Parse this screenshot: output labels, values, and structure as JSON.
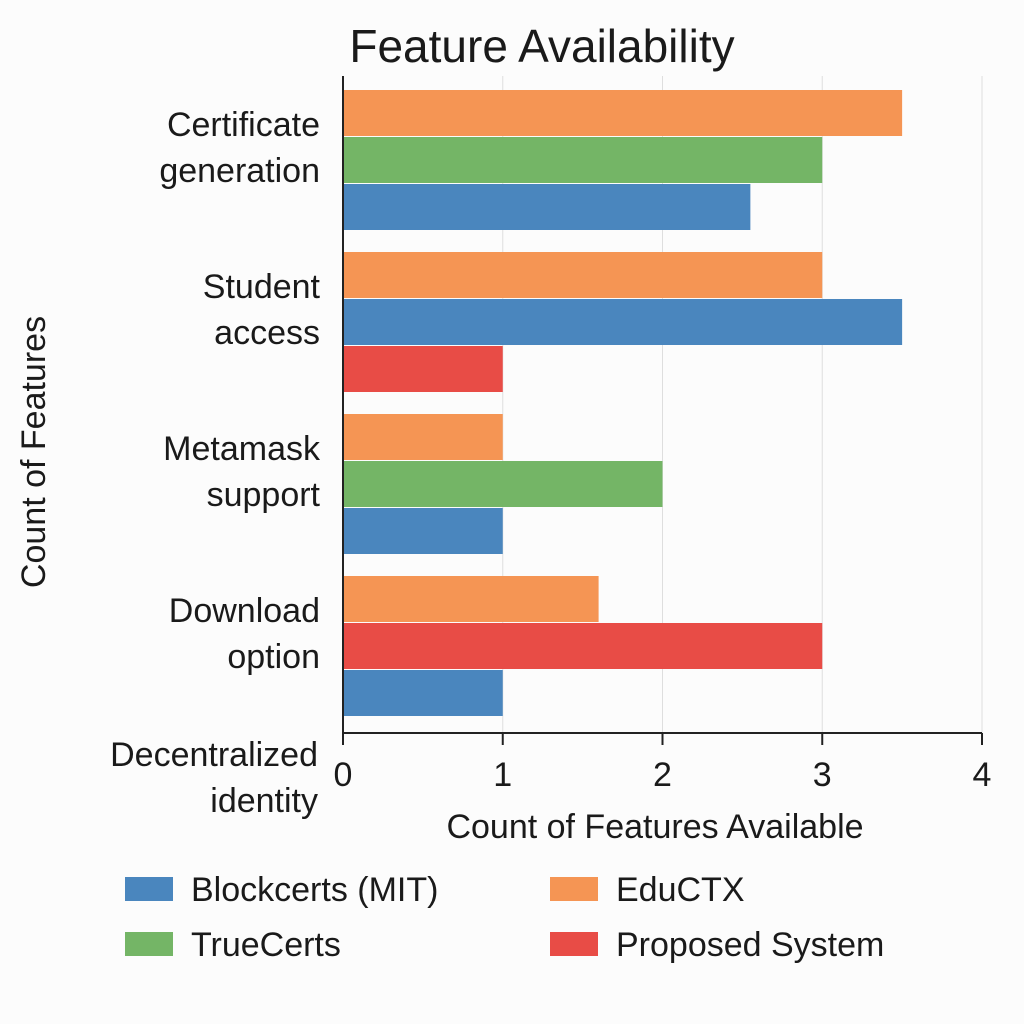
{
  "chart_data": {
    "type": "bar",
    "orientation": "horizontal",
    "title": "Feature Availability",
    "xlabel": "Count of Features Available",
    "ylabel": "Count of Features",
    "xlim": [
      0,
      4
    ],
    "x_ticks": [
      "0",
      "1",
      "2",
      "3",
      "4"
    ],
    "grid": "vertical",
    "legend_position": "bottom",
    "categories": [
      {
        "label": [
          "Certificate",
          "generation"
        ],
        "bars": [
          {
            "series": "EduCTX",
            "value": 3.5
          },
          {
            "series": "TrueCerts",
            "value": 3.0
          },
          {
            "series": "Blockcerts (MIT)",
            "value": 2.55
          }
        ]
      },
      {
        "label": [
          "Student",
          "access"
        ],
        "bars": [
          {
            "series": "EduCTX",
            "value": 3.0
          },
          {
            "series": "Blockcerts (MIT)",
            "value": 3.5
          },
          {
            "series": "Proposed System",
            "value": 1.0
          }
        ]
      },
      {
        "label": [
          "Metamask",
          "support"
        ],
        "bars": [
          {
            "series": "EduCTX",
            "value": 1.0
          },
          {
            "series": "TrueCerts",
            "value": 2.0
          },
          {
            "series": "Blockcerts (MIT)",
            "value": 1.0
          }
        ]
      },
      {
        "label": [
          "Download",
          "option"
        ],
        "bars": [
          {
            "series": "EduCTX",
            "value": 1.6
          },
          {
            "series": "Proposed System",
            "value": 3.0
          },
          {
            "series": "Blockcerts (MIT)",
            "value": 1.0
          }
        ]
      },
      {
        "label": [
          "Decentralized",
          "identity"
        ],
        "bars": []
      }
    ],
    "series": [
      {
        "name": "Blockcerts (MIT)",
        "color": "#4a86be"
      },
      {
        "name": "EduCTX",
        "color": "#f59554"
      },
      {
        "name": "TrueCerts",
        "color": "#74b566"
      },
      {
        "name": "Proposed System",
        "color": "#e84c46"
      }
    ]
  }
}
